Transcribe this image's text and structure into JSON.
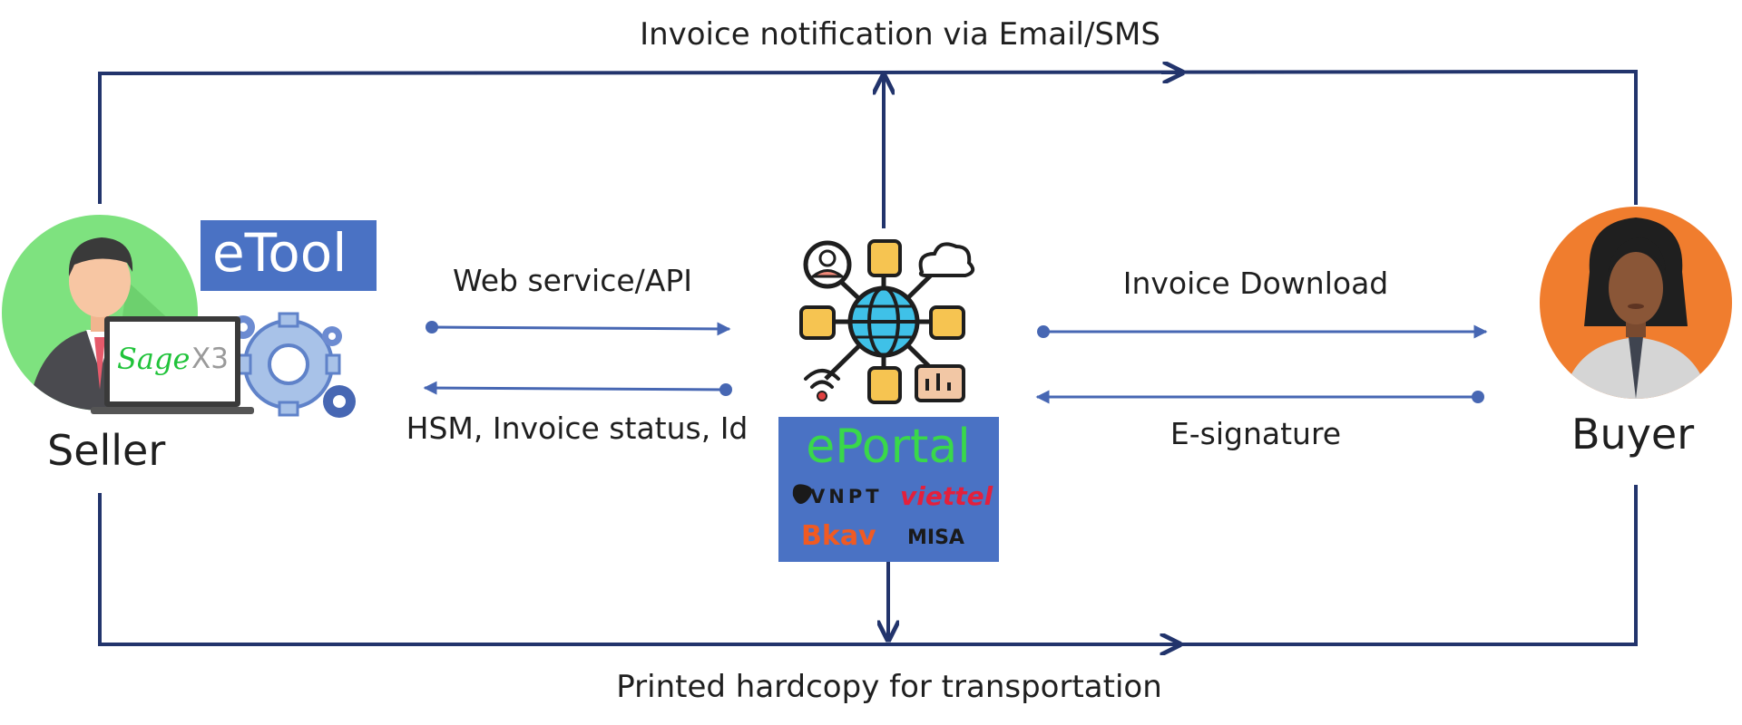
{
  "top_label": "Invoice notification via Email/SMS",
  "bottom_label": "Printed hardcopy for transportation",
  "seller": {
    "label": "Seller",
    "tool_label": "eTool",
    "erp_name": "Sage",
    "erp_version": "X3"
  },
  "buyer": {
    "label": "Buyer"
  },
  "portal": {
    "label": "ePortal",
    "providers": [
      "VNPT",
      "viettel",
      "Bkav",
      "MISA"
    ]
  },
  "flows": {
    "web_service": "Web service/API",
    "hsm_status": "HSM, Invoice status, Id",
    "invoice_download": "Invoice Download",
    "e_signature": "E-signature"
  },
  "colors": {
    "frame_line": "#22346c",
    "flow_arrow": "#4767b3",
    "etool_bg": "#4a72c4",
    "portal_bg": "#4a72c4",
    "portal_text": "#39d84a",
    "seller_circle": "#7ee27f",
    "buyer_circle": "#f07d2e",
    "sage_green": "#20c33a",
    "viettel_red": "#e3203c",
    "bkav_orange": "#f05a22"
  },
  "icons": [
    "seller-avatar-icon",
    "laptop-icon",
    "gears-icon",
    "network-hub-icon",
    "buyer-avatar-icon"
  ]
}
